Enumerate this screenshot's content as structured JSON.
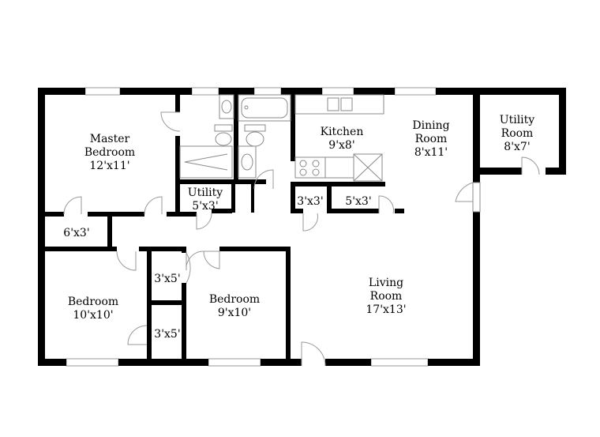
{
  "rooms": {
    "master_bedroom": {
      "name1": "Master",
      "name2": "Bedroom",
      "size": "12'x11'"
    },
    "kitchen": {
      "name": "Kitchen",
      "size": "9'x8'"
    },
    "dining": {
      "name": "Dining",
      "name2": "Room",
      "size": "8'x11'"
    },
    "utility_room": {
      "name": "Utility",
      "name2": "Room",
      "size": "8'x7'"
    },
    "utility": {
      "name": "Utility",
      "size": "5'x3'"
    },
    "closet_master": {
      "size": "6'x3'"
    },
    "closet_kitchen_a": {
      "size": "3'x3'"
    },
    "closet_kitchen_b": {
      "size": "5'x3'"
    },
    "closet_hall_upper": {
      "size": "3'x5'"
    },
    "closet_hall_lower": {
      "size": "3'x5'"
    },
    "bedroom_left": {
      "name": "Bedroom",
      "size": "10'x10'"
    },
    "bedroom_mid": {
      "name": "Bedroom",
      "size": "9'x10'"
    },
    "living": {
      "name": "Living",
      "name2": "Room",
      "size": "17'x13'"
    }
  }
}
